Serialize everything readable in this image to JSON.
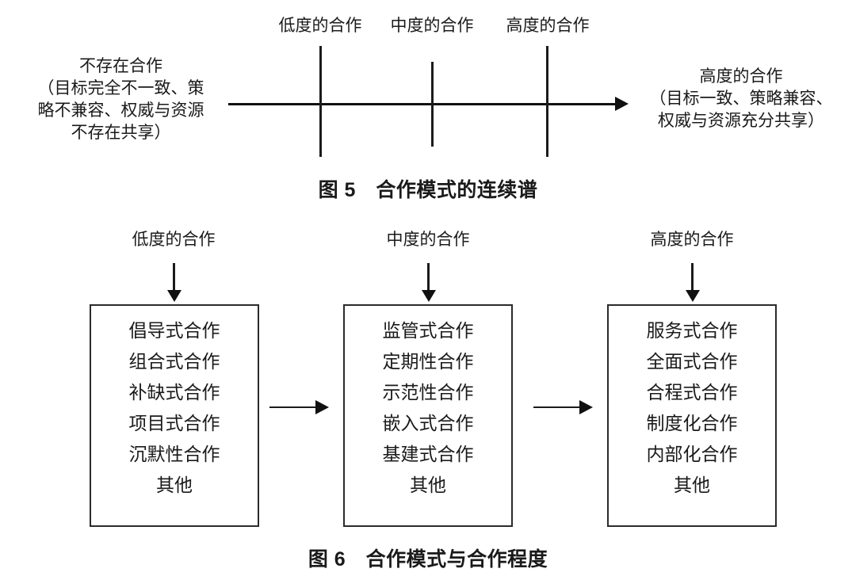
{
  "figure5": {
    "caption": "图 5　合作模式的连续谱",
    "top_labels": [
      {
        "text": "低度的合作"
      },
      {
        "text": "中度的合作"
      },
      {
        "text": "高度的合作"
      }
    ],
    "left_label": "不存在合作\n（目标完全不一致、策\n略不兼容、权威与资源\n不存在共享）",
    "right_label": "高度的合作\n（目标一致、策略兼容、\n权威与资源充分共享）",
    "axis": {
      "direction": "left-to-right",
      "arrow_icon": "arrow-right-icon",
      "tick_count": 3
    }
  },
  "figure6": {
    "caption": "图 6　合作模式与合作程度",
    "columns": [
      {
        "header": "低度的合作",
        "arrow_icon": "arrow-down-icon",
        "items": [
          "倡导式合作",
          "组合式合作",
          "补缺式合作",
          "项目式合作",
          "沉默性合作",
          "其他"
        ]
      },
      {
        "header": "中度的合作",
        "arrow_icon": "arrow-down-icon",
        "items": [
          "监管式合作",
          "定期性合作",
          "示范性合作",
          "嵌入式合作",
          "基建式合作",
          "其他"
        ]
      },
      {
        "header": "高度的合作",
        "arrow_icon": "arrow-down-icon",
        "items": [
          "服务式合作",
          "全面式合作",
          "合程式合作",
          "制度化合作",
          "内部化合作",
          "其他"
        ]
      }
    ],
    "connectors": [
      {
        "icon": "arrow-right-icon"
      },
      {
        "icon": "arrow-right-icon"
      }
    ]
  },
  "colors": {
    "ink": "#1a1a1a",
    "line": "#111111",
    "box_border": "#2b2b2b",
    "background": "#ffffff"
  }
}
